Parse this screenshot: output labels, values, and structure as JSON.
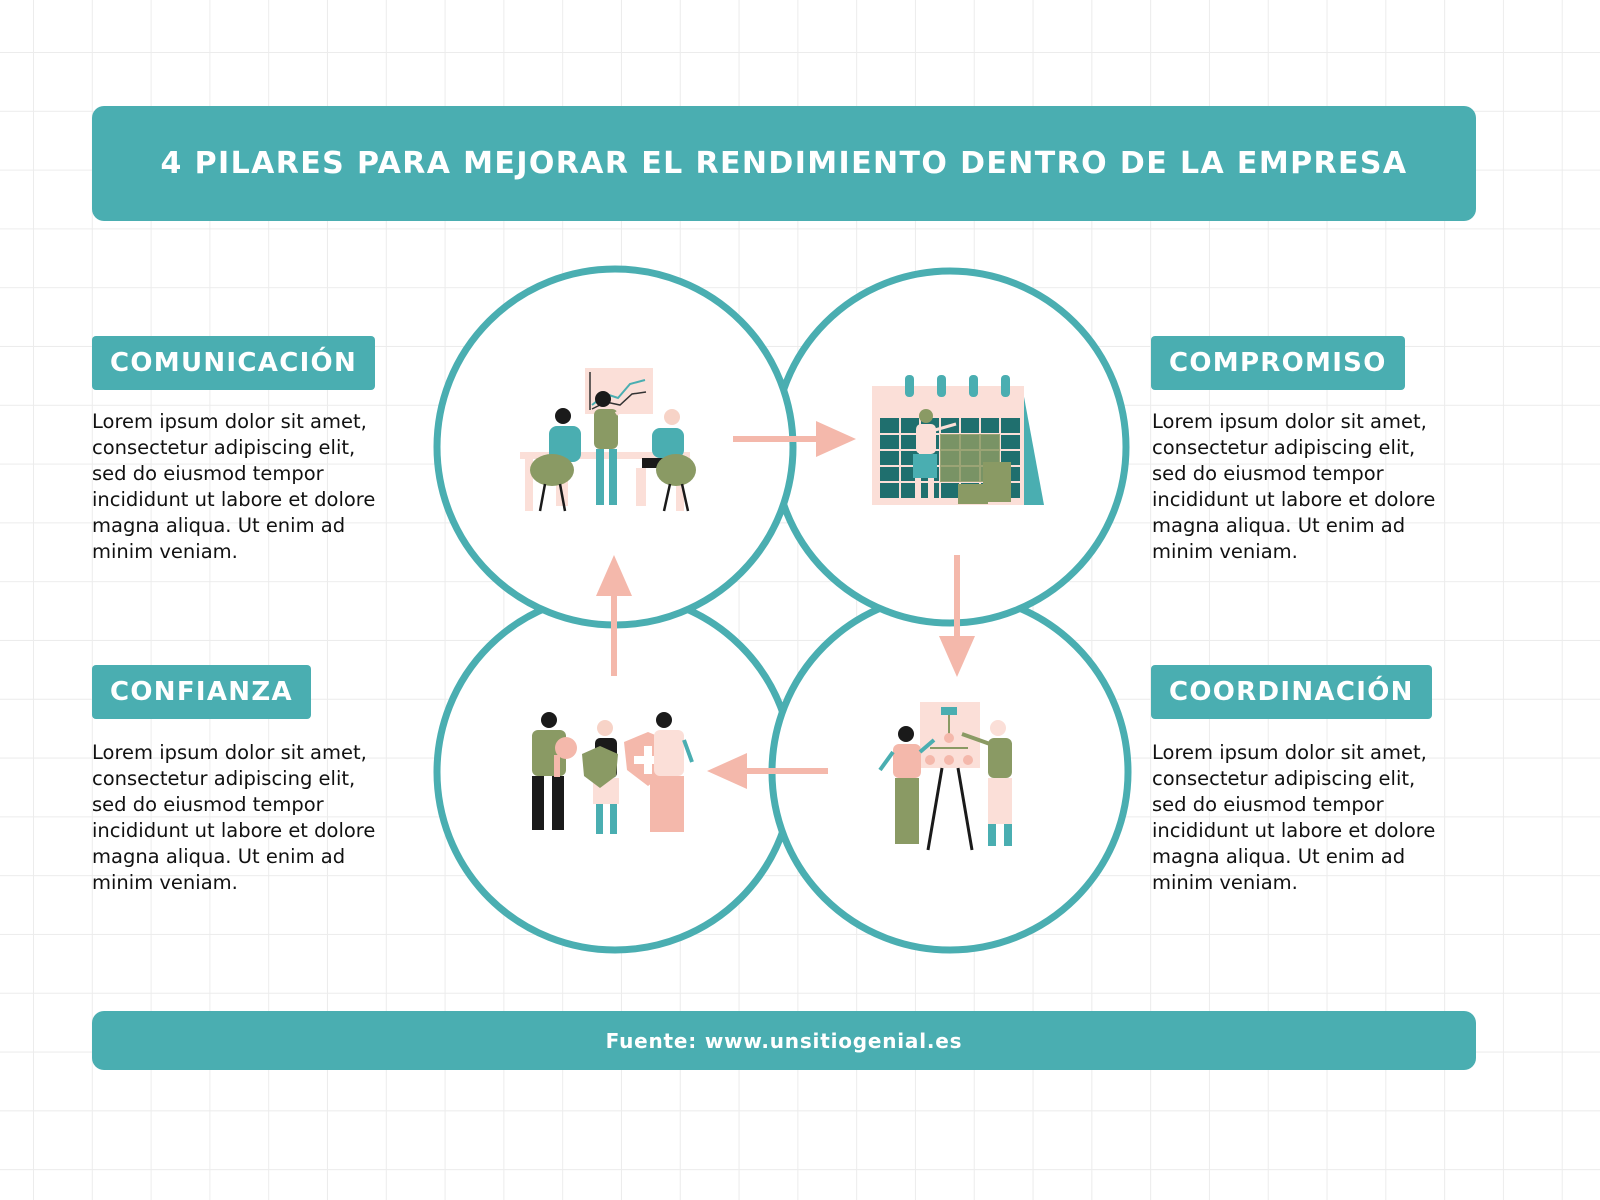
{
  "title": "4 PILARES PARA MEJORAR EL RENDIMIENTO DENTRO DE LA EMPRESA",
  "colors": {
    "teal": "#4aaeb1",
    "pink": "#f4b8ab",
    "olive": "#8a9a64",
    "light_pink": "#fbdfd8",
    "text": "#111111",
    "grid": "#ececec"
  },
  "pillars": [
    {
      "label": "COMUNICACIÓN",
      "description": "Lorem ipsum dolor sit amet, consectetur adipiscing elit, sed do eiusmod tempor incididunt ut labore et dolore magna aliqua. Ut enim ad minim veniam.",
      "icon": "team-meeting-illustration"
    },
    {
      "label": "COMPROMISO",
      "description": "Lorem ipsum dolor sit amet, consectetur adipiscing elit, sed do eiusmod tempor incididunt ut labore et dolore magna aliqua. Ut enim ad minim veniam.",
      "icon": "calendar-planning-illustration"
    },
    {
      "label": "COORDINACIÓN",
      "description": "Lorem ipsum dolor sit amet, consectetur adipiscing elit, sed do eiusmod tempor incididunt ut labore et dolore magna aliqua. Ut enim ad minim veniam.",
      "icon": "flowchart-presentation-illustration"
    },
    {
      "label": "CONFIANZA",
      "description": "Lorem ipsum dolor sit amet, consectetur adipiscing elit, sed do eiusmod tempor incididunt ut labore et dolore magna aliqua. Ut enim ad minim veniam.",
      "icon": "security-trust-illustration"
    }
  ],
  "flow": [
    {
      "from": "COMUNICACIÓN",
      "to": "COMPROMISO"
    },
    {
      "from": "COMPROMISO",
      "to": "COORDINACIÓN"
    },
    {
      "from": "COORDINACIÓN",
      "to": "CONFIANZA"
    },
    {
      "from": "CONFIANZA",
      "to": "COMUNICACIÓN"
    }
  ],
  "footer": "Fuente: www.unsitiogenial.es"
}
